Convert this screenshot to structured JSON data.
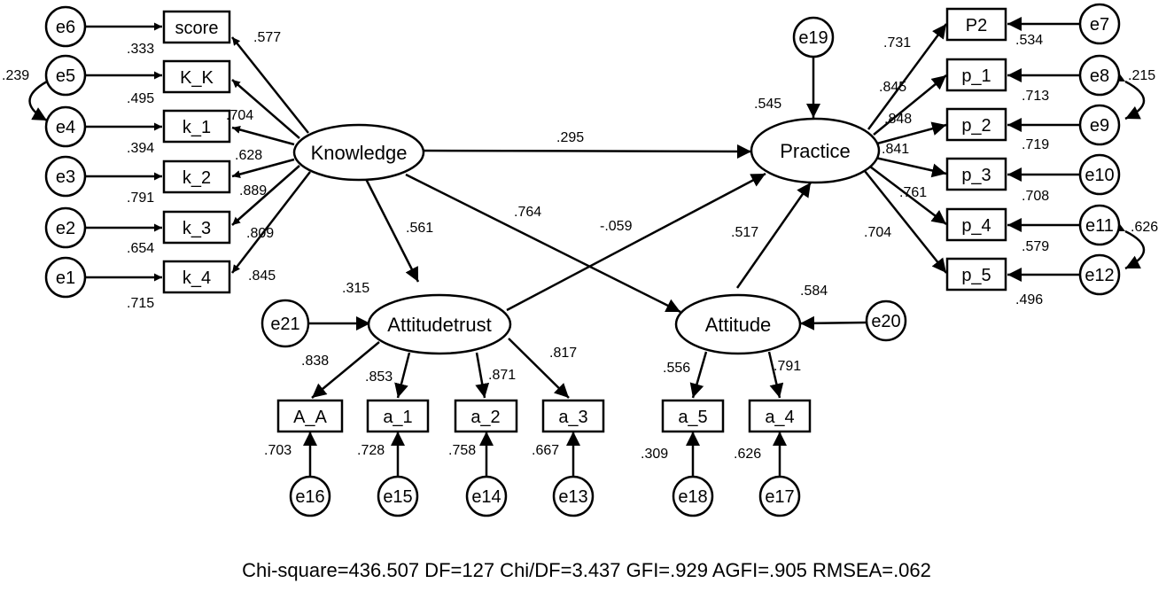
{
  "latents": {
    "knowledge": "Knowledge",
    "practice": "Practice",
    "attitudetrust": "Attitudetrust",
    "attitude": "Attitude"
  },
  "observed": {
    "score": "score",
    "kk": "K_K",
    "k1": "k_1",
    "k2": "k_2",
    "k3": "k_3",
    "k4": "k_4",
    "p2": "P2",
    "p_1": "p_1",
    "p_2": "p_2",
    "p_3": "p_3",
    "p_4": "p_4",
    "p_5": "p_5",
    "aa": "A_A",
    "a1": "a_1",
    "a2": "a_2",
    "a3": "a_3",
    "a5": "a_5",
    "a4": "a_4"
  },
  "errors": {
    "e1": "e1",
    "e2": "e2",
    "e3": "e3",
    "e4": "e4",
    "e5": "e5",
    "e6": "e6",
    "e7": "e7",
    "e8": "e8",
    "e9": "e9",
    "e10": "e10",
    "e11": "e11",
    "e12": "e12",
    "e13": "e13",
    "e14": "e14",
    "e15": "e15",
    "e16": "e16",
    "e17": "e17",
    "e18": "e18",
    "e19": "e19",
    "e20": "e20",
    "e21": "e21"
  },
  "loadings": {
    "score": ".577",
    "kk": ".704",
    "k1": ".628",
    "k2": ".889",
    "k3": ".809",
    "k4": ".845",
    "p2": ".731",
    "p_1": ".845",
    "p_2": ".848",
    "p_3": ".841",
    "p_4": ".761",
    "p_5": ".704",
    "aa": ".838",
    "a1": ".853",
    "a2": ".871",
    "a3": ".817",
    "a5": ".556",
    "a4": ".791"
  },
  "r_squared": {
    "score": ".333",
    "kk": ".495",
    "k1": ".394",
    "k2": ".791",
    "k3": ".654",
    "k4": ".715",
    "p2": ".534",
    "p_1": ".713",
    "p_2": ".719",
    "p_3": ".708",
    "p_4": ".579",
    "p_5": ".496",
    "aa": ".703",
    "a1": ".728",
    "a2": ".758",
    "a3": ".667",
    "a5": ".309",
    "a4": ".626",
    "practice": ".545",
    "attitudetrust": ".315",
    "attitude": ".584"
  },
  "paths": {
    "knowledge_practice": ".295",
    "knowledge_attitudetrust": ".561",
    "knowledge_attitude": ".764",
    "attitudetrust_practice": "-.059",
    "attitude_practice": ".517"
  },
  "covariances": {
    "e4_e5": ".239",
    "e8_e9": ".215",
    "e11_e12": ".626"
  },
  "fit": {
    "summary": "Chi-square=436.507 DF=127 Chi/DF=3.437 GFI=.929 AGFI=.905 RMSEA=.062"
  }
}
